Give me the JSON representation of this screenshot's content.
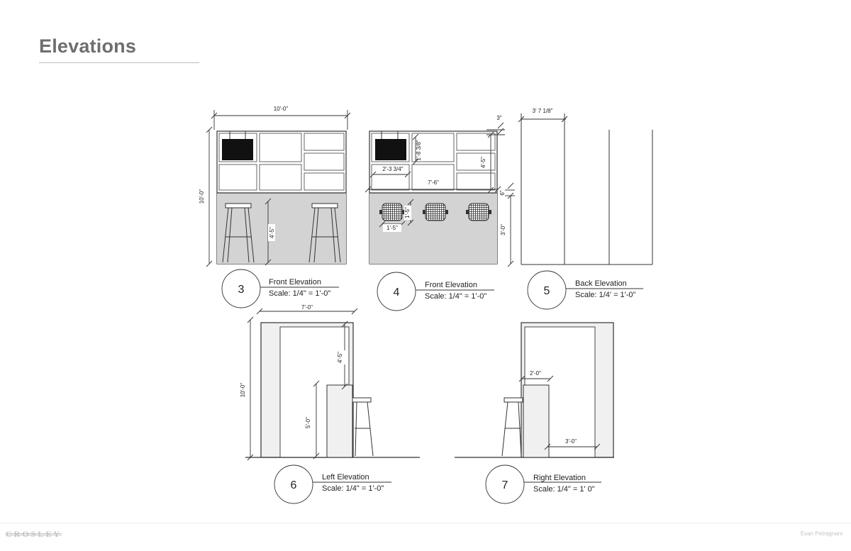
{
  "page": {
    "title": "Elevations",
    "brand": "CROSLEY",
    "author": "Evan Petragnani"
  },
  "elevations": [
    {
      "number": "3",
      "title": "Front Elevation",
      "scale": "Scale: 1/4\" = 1'-0\""
    },
    {
      "number": "4",
      "title": "Front Elevation",
      "scale": "Scale: 1/4\" = 1'-0\""
    },
    {
      "number": "5",
      "title": "Back Elevation",
      "scale": "Scale: 1/4' = 1'-0\""
    },
    {
      "number": "6",
      "title": "Left Elevation",
      "scale": "Scale: 1/4\" = 1'-0\""
    },
    {
      "number": "7",
      "title": "Right Elevation",
      "scale": "Scale: 1/4\" = 1' 0\""
    }
  ],
  "dimensions": {
    "e3_width": "10'-0\"",
    "e3_height": "10'-0\"",
    "e3_counter": "4'-5\"",
    "e4_offset": "3\"",
    "e4_panel": "1'-8 3/8\"",
    "e4_upper": "4'-5\"",
    "e4_tv": "2'-3 3/4\"",
    "e4_span": "7'-6\"",
    "e4_gap": "6\"",
    "e4_fixture_h": "1'-5\"",
    "e4_fixture_w": "1'-5\"",
    "e4_base": "3'-0\"",
    "e5_width": "3' 7 1/8\"",
    "e6_width": "7'-0\"",
    "e6_height": "10'-0\"",
    "e6_upper": "4'-5\"",
    "e6_counter": "5'-0\"",
    "e7_counter_w": "2'-0\"",
    "e7_depth": "3'-0\""
  }
}
